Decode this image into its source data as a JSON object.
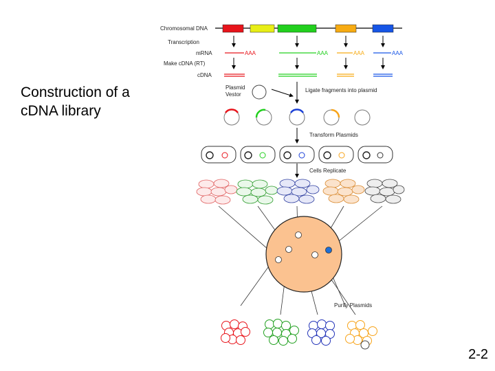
{
  "slide": {
    "title_line1": "Construction of a",
    "title_line2": "cDNA library",
    "number": "2-2"
  },
  "diagram": {
    "labels": {
      "chromosomal_dna": "Chromosomal DNA",
      "transcription": "Transcription",
      "mrna": "mRNA",
      "make_cdna": "Make cDNA (RT)",
      "cdna": "cDNA",
      "plasmid_line1": "Plasmid",
      "plasmid_line2": "Vestor",
      "ligate": "Ligate fragments into plasmid",
      "transform": "Transform Plasmids",
      "cells_replicate": "Cells Replicate",
      "purify": "Purify Plasmids",
      "poly_a": "AAA"
    },
    "gene_colors": [
      "#e8141b",
      "#e8ee16",
      "#22d01e",
      "#f7ab12",
      "#1655e6"
    ],
    "colors": {
      "red": "#e8141b",
      "yellow": "#e8ee16",
      "green": "#22d01e",
      "orange": "#f7a318",
      "blue": "#1a3fd8",
      "gray": "#777777",
      "plate_fill": "#fbc290",
      "colony_blue": "#1e6fd6"
    }
  }
}
